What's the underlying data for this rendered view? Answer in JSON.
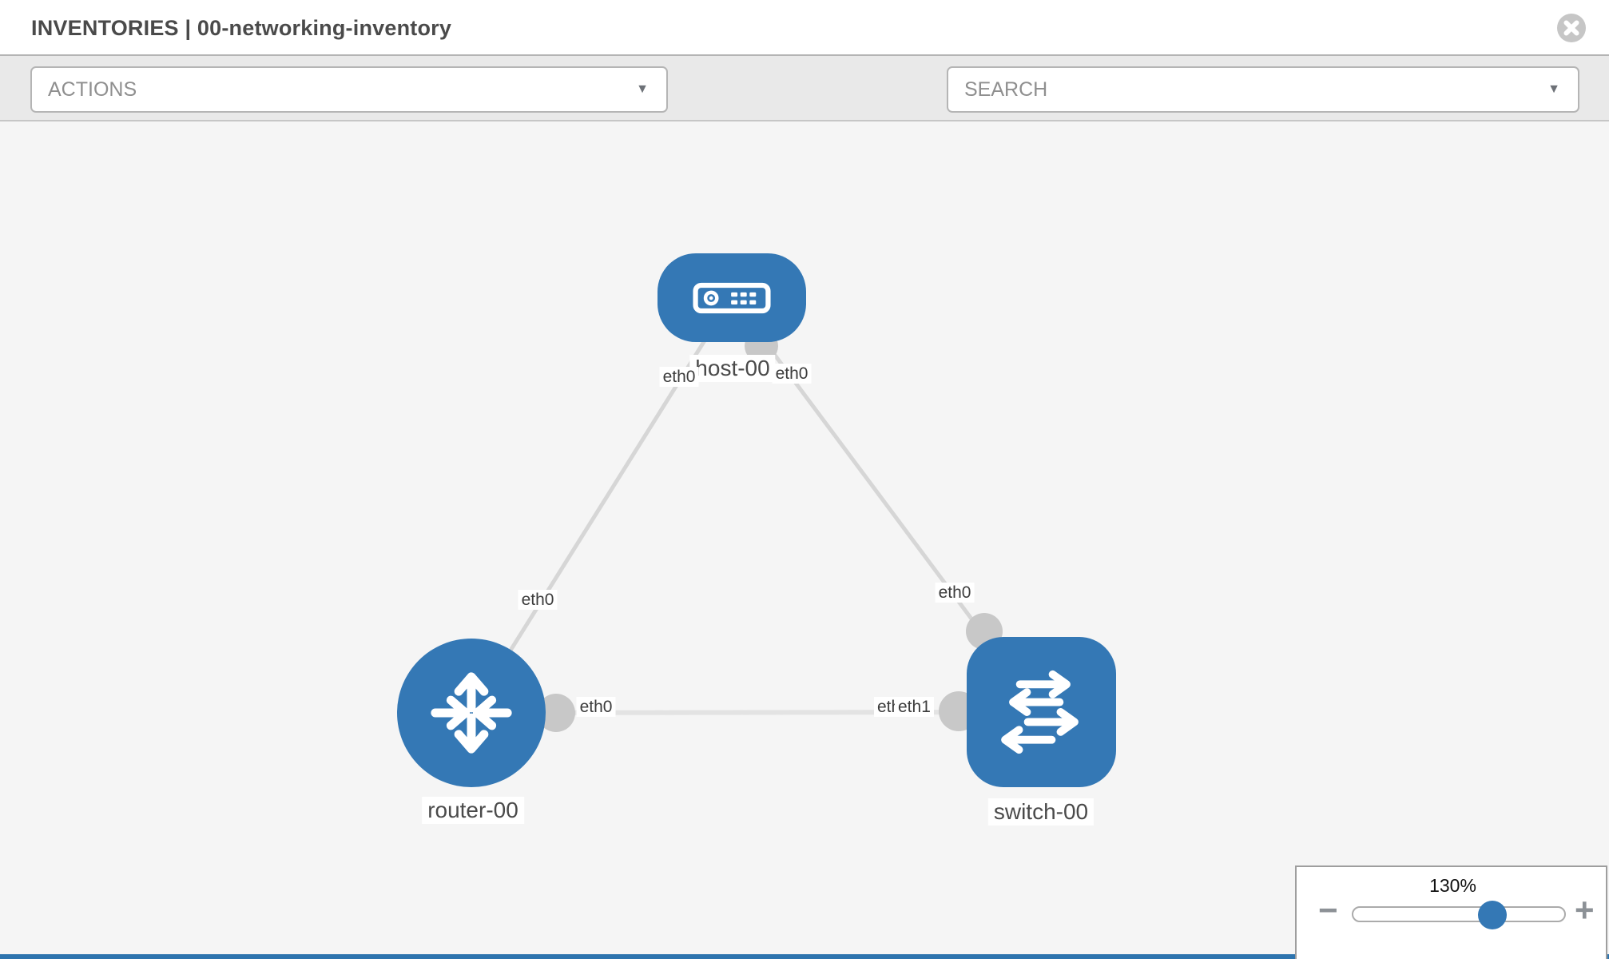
{
  "header": {
    "section": "INVENTORIES",
    "divider": "|",
    "inventory_name": "00-networking-inventory"
  },
  "toolbar": {
    "actions_placeholder": "ACTIONS",
    "search_placeholder": "SEARCH"
  },
  "icons": {
    "close": "x-circle",
    "wrench": "wrench",
    "key": "key",
    "caret_glyph": "▼",
    "minus_glyph": "−",
    "plus_glyph": "+"
  },
  "topology": {
    "nodes": [
      {
        "label": "host-00",
        "type": "host"
      },
      {
        "label": "router-00",
        "type": "router"
      },
      {
        "label": "switch-00",
        "type": "switch"
      }
    ],
    "links": [
      {
        "from": "host-00",
        "to": "router-00"
      },
      {
        "from": "host-00",
        "to": "switch-00"
      },
      {
        "from": "router-00",
        "to": "switch-00"
      }
    ],
    "iface_labels": {
      "host_to_router_host_end": "eth0",
      "host_to_switch_host_end": "eth0",
      "host_to_router_router_end": "eth0",
      "host_to_switch_switch_end": "eth0",
      "router_to_switch_router_end": "eth0",
      "router_to_switch_switch_end_back": "eth0",
      "router_to_switch_switch_end_front": "eth1"
    }
  },
  "zoom_control": {
    "level": "130%",
    "percent": 130
  },
  "colors": {
    "node_blue": "#3478b5",
    "link_gray": "#d6d6d6",
    "connector_gray": "#c8c8c8",
    "footer_blue": "#2e74ae"
  }
}
